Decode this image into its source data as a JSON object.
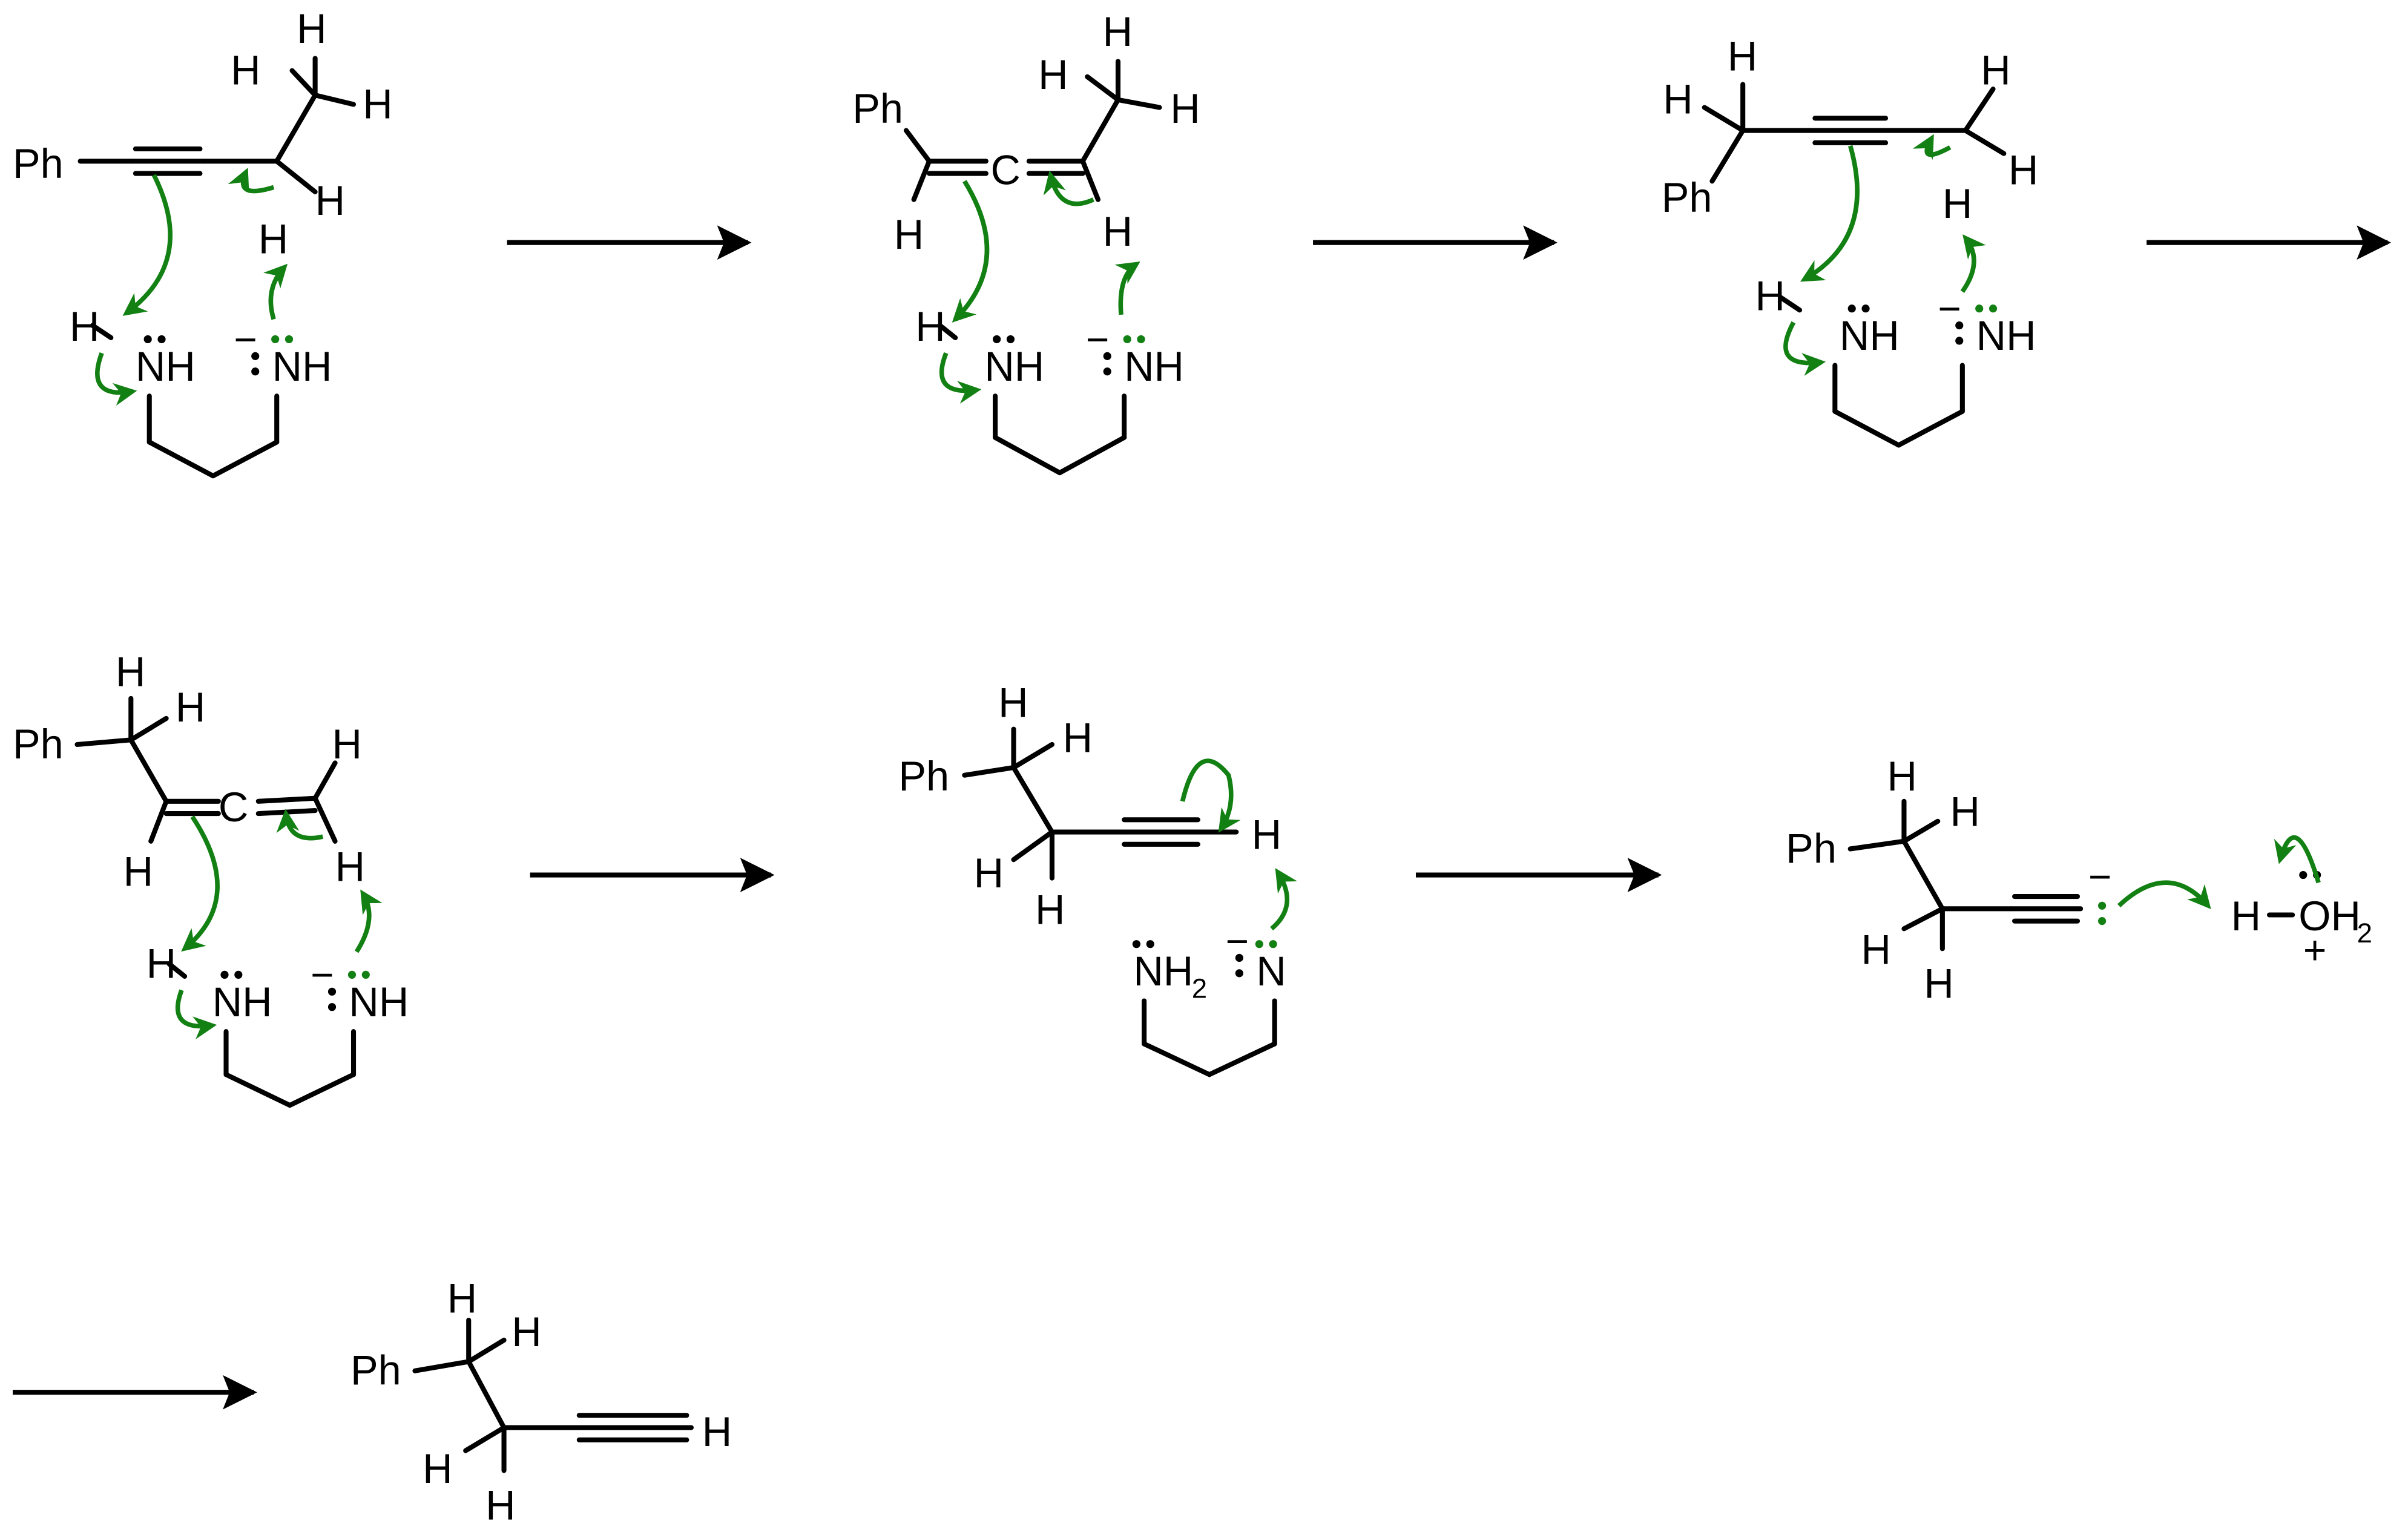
{
  "atoms": {
    "ph": "Ph",
    "h": "H",
    "c": "C",
    "n": "N",
    "nh": "NH",
    "nh2_base": "NH",
    "oh2_base": "OH",
    "subscript_2": "2",
    "minus": "−",
    "plus": "+"
  },
  "colors": {
    "bonds": "#000000",
    "curved_arrows": "#138013",
    "green_lone_pairs": "#138013"
  }
}
